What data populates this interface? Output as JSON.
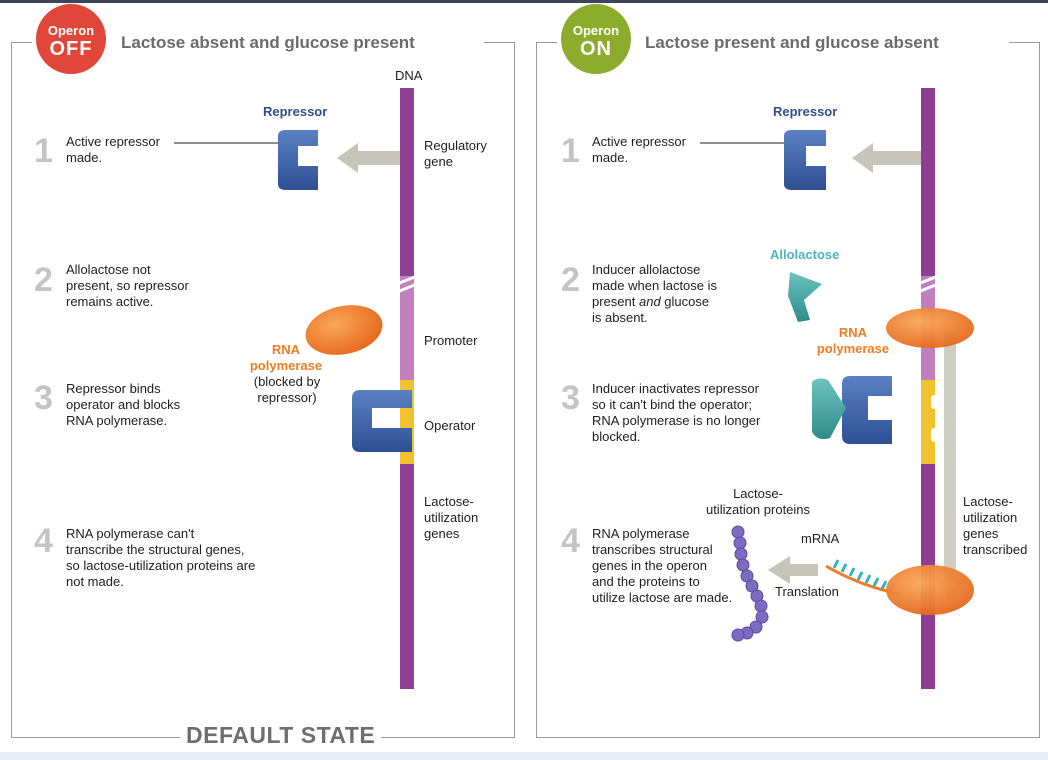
{
  "left": {
    "badge": {
      "top": "Operon",
      "bottom": "OFF"
    },
    "title": "Lactose absent and glucose present",
    "dna_label": "DNA",
    "repressor_label": "Repressor",
    "regulatory_gene": [
      "Regulatory",
      "gene"
    ],
    "promoter": "Promoter",
    "operator": "Operator",
    "lactose_genes": [
      "Lactose-",
      "utilization",
      "genes"
    ],
    "rna_polymerase": [
      "RNA",
      "polymerase"
    ],
    "blocked": [
      "(blocked by",
      "repressor)"
    ],
    "steps": [
      {
        "num": "1",
        "lines": [
          "Active repressor",
          "made."
        ]
      },
      {
        "num": "2",
        "lines": [
          "Allolactose not",
          "present, so repressor",
          "remains active."
        ]
      },
      {
        "num": "3",
        "lines": [
          "Repressor binds",
          "operator and blocks",
          "RNA polymerase."
        ]
      },
      {
        "num": "4",
        "lines": [
          "RNA polymerase can't",
          "transcribe the structural genes,",
          "so lactose-utilization proteins are",
          "not made."
        ]
      }
    ],
    "footer": "DEFAULT STATE"
  },
  "right": {
    "badge": {
      "top": "Operon",
      "bottom": "ON"
    },
    "title": "Lactose present and glucose absent",
    "repressor_label": "Repressor",
    "allolactose_label": "Allolactose",
    "rna_polymerase": [
      "RNA",
      "polymerase"
    ],
    "lactose_proteins": [
      "Lactose-",
      "utilization proteins"
    ],
    "mrna": "mRNA",
    "translation": "Translation",
    "genes_transcribed": [
      "Lactose-",
      "utilization",
      "genes",
      "transcribed"
    ],
    "steps": [
      {
        "num": "1",
        "lines": [
          "Active repressor",
          "made."
        ]
      },
      {
        "num": "2",
        "lines": [
          "Inducer allolactose",
          "made when lactose is",
          "present and glucose",
          "is absent."
        ]
      },
      {
        "num": "3",
        "lines": [
          "Inducer inactivates repressor",
          "so it can't bind the operator;",
          "RNA polymerase is no longer",
          "blocked."
        ]
      },
      {
        "num": "4",
        "lines": [
          "RNA polymerase",
          "transcribes structural",
          "genes in the operon",
          "and the proteins to",
          "utilize lactose are made."
        ]
      }
    ]
  },
  "colors": {
    "dna": "#8e3f93",
    "promoter": "#c27fbd",
    "operator": "#f2c12e",
    "repressor": "#3e62a8",
    "polymerase": "#ef7b26",
    "inducer": "#3a9c9a",
    "protein": "#7b6bc1",
    "arrow": "#c7c5ba",
    "off": "#e1463a",
    "on": "#8dab2c"
  }
}
